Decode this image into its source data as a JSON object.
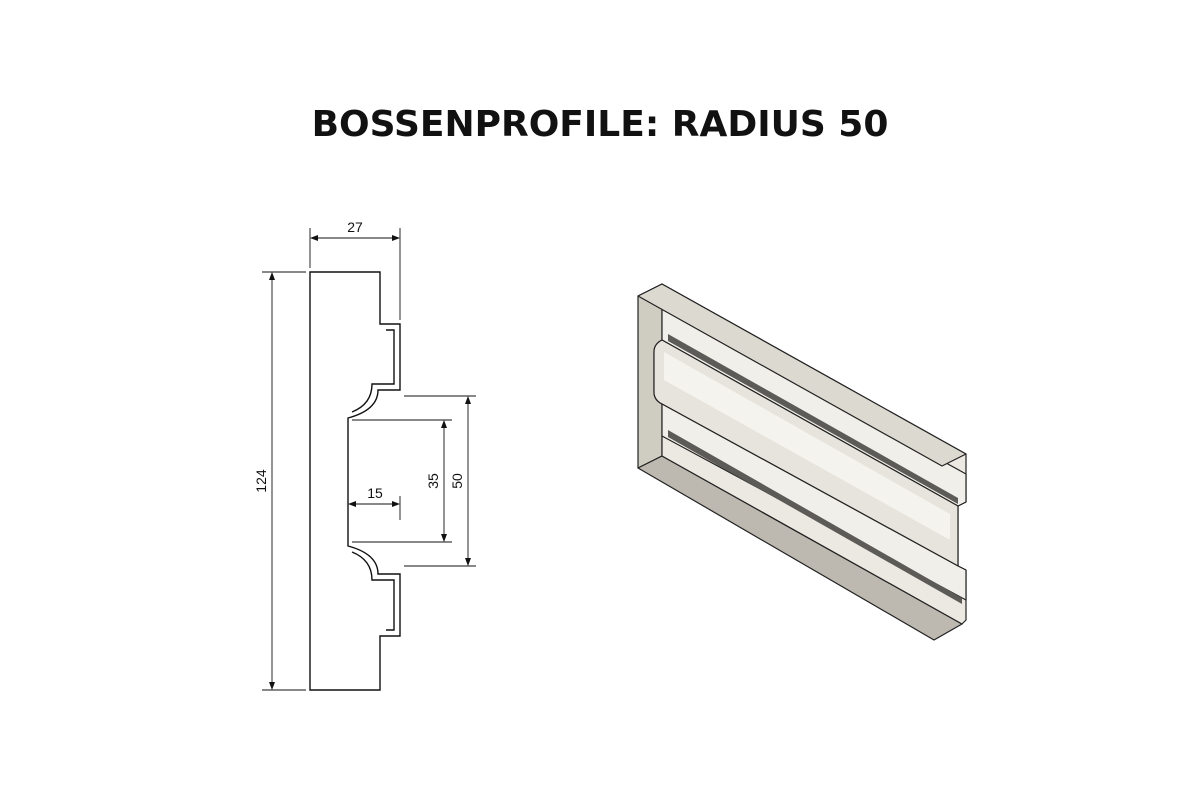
{
  "title": "BOSSENPROFILE: RADIUS 50",
  "dimensions": {
    "width_top": "27",
    "height_total": "124",
    "depth_inner": "15",
    "radius_inner": "35",
    "radius_outer": "50"
  },
  "colors": {
    "outline": "#111111",
    "face": "#e9e7df",
    "side": "#b9b6ad",
    "shadow": "#6f6d68",
    "background": "#ffffff"
  }
}
